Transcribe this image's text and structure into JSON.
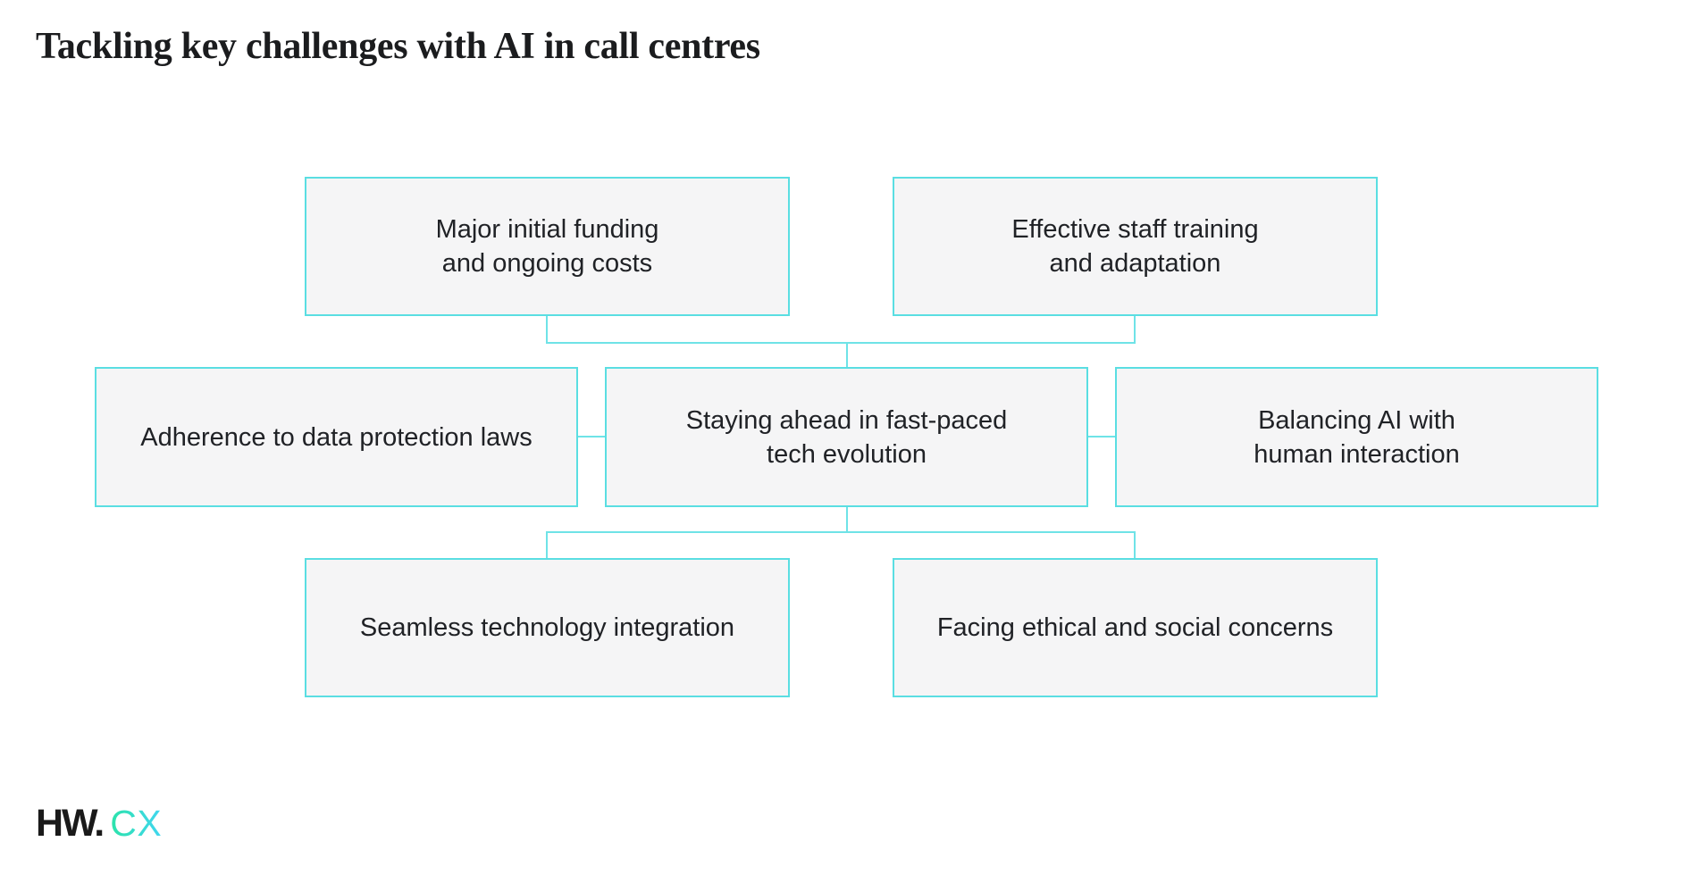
{
  "page": {
    "title": "Tackling key challenges with AI in call centres"
  },
  "logo": {
    "primary": "HW.",
    "secondary": "CX"
  },
  "colors": {
    "accent": "#5ADEE2",
    "connector": "#6FE3E7",
    "box_fill": "#F5F5F6",
    "box_text": "#202226",
    "title_text": "#1B1C1E",
    "logo_primary": "#1A1A1A",
    "logo_gradient_start": "#2BE3A9",
    "logo_gradient_end": "#41D6F0",
    "background": "#FFFFFF"
  },
  "diagram": {
    "boxes": [
      {
        "id": "funding",
        "label": "Major initial funding\nand ongoing costs"
      },
      {
        "id": "training",
        "label": "Effective staff training\nand adaptation"
      },
      {
        "id": "data-protection",
        "label": "Adherence to data protection laws"
      },
      {
        "id": "tech-evolution",
        "label": "Staying ahead in fast-paced\ntech evolution"
      },
      {
        "id": "balance",
        "label": "Balancing AI with\nhuman interaction"
      },
      {
        "id": "integration",
        "label": "Seamless technology integration"
      },
      {
        "id": "ethics",
        "label": "Facing ethical and social concerns"
      }
    ]
  }
}
